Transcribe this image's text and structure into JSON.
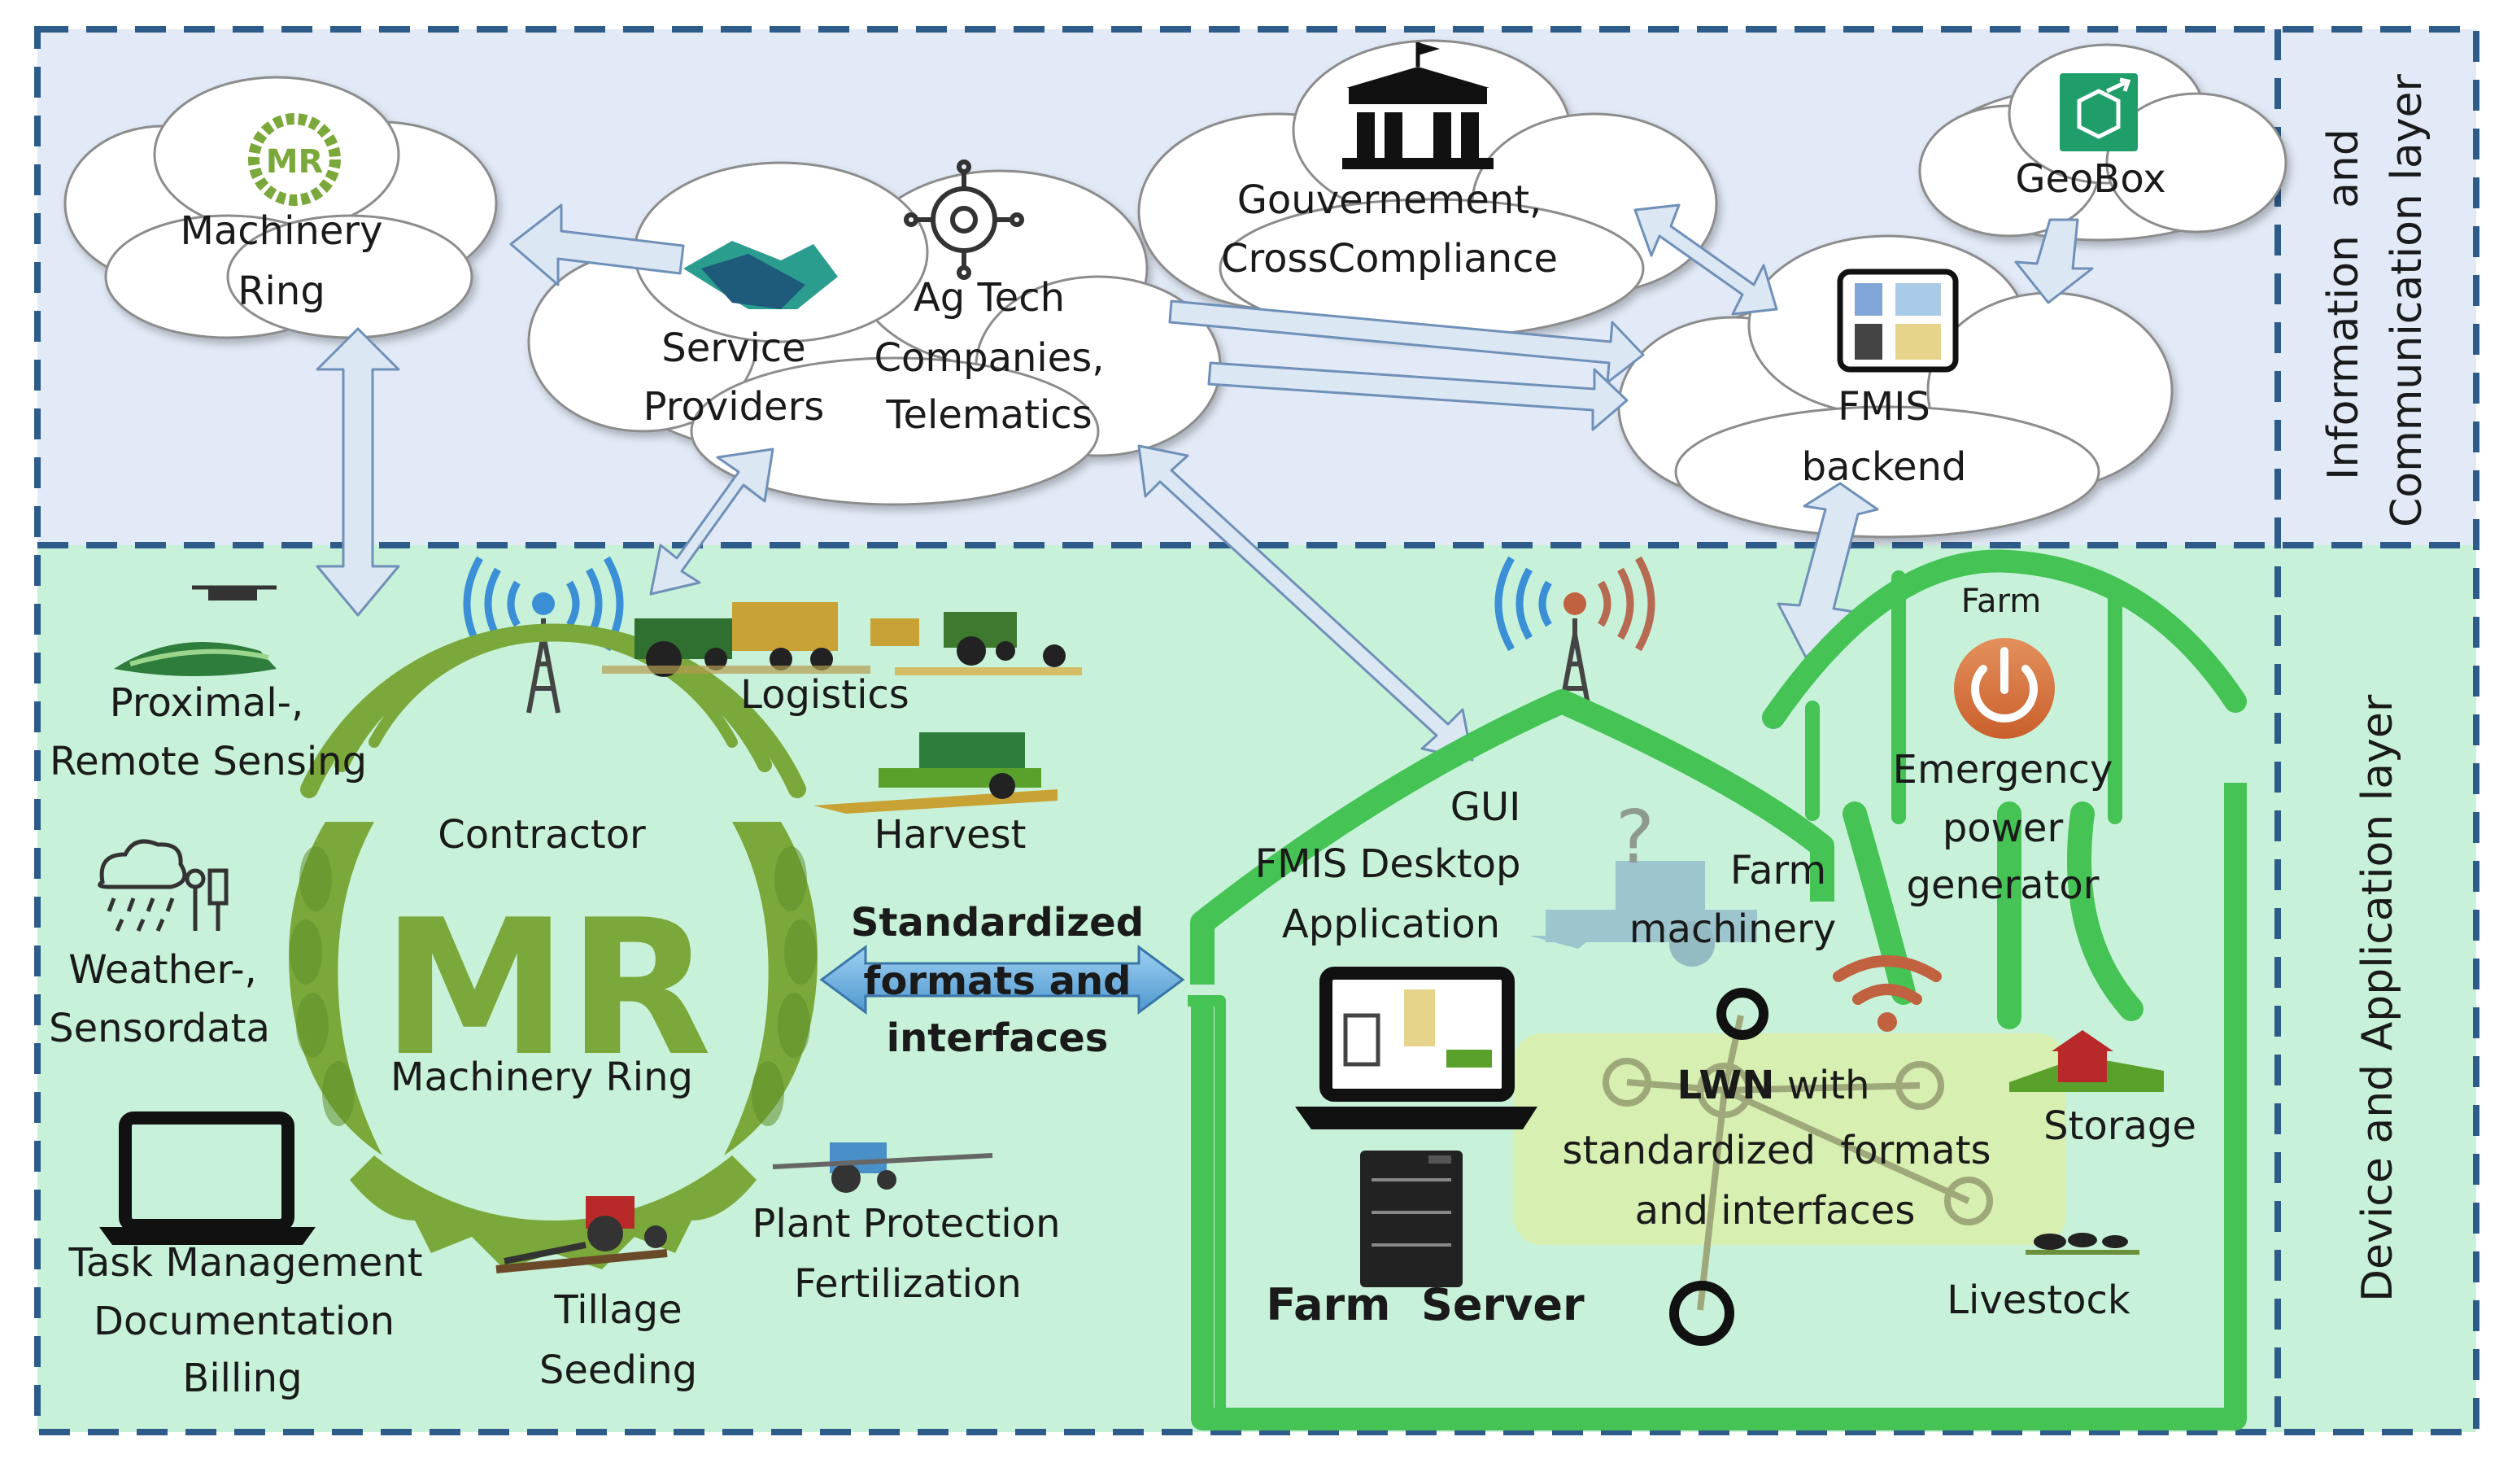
{
  "layers": {
    "top": "Information  and",
    "top2": "Communication layer",
    "bottom": "Device and Application layer"
  },
  "clouds": {
    "machinery_ring": {
      "logo": "MR",
      "line1": "Machinery",
      "line2": "Ring"
    },
    "service": {
      "line1": "Service",
      "line2": "Providers"
    },
    "agtech": {
      "line1": "Ag Tech",
      "line2": "Companies,",
      "line3": "Telematics"
    },
    "gov": {
      "line1": "Gouvernement,",
      "line2": "CrossCompliance"
    },
    "geobox": {
      "line1": "GeoBox"
    },
    "fmis": {
      "line1": "FMIS",
      "line2": "backend"
    }
  },
  "device": {
    "proximal": {
      "line1": "Proximal-,",
      "line2": "Remote Sensing"
    },
    "weather": {
      "line1": "Weather-,",
      "line2": "Sensordata"
    },
    "task": {
      "line1": "Task Management",
      "line2": "Documentation",
      "line3": "Billing"
    },
    "contractor": "Contractor",
    "mr_big": "MR",
    "mr_ring": "Machinery Ring",
    "tillage": {
      "line1": "Tillage",
      "line2": "Seeding"
    },
    "logistics": "Logistics",
    "harvest": "Harvest",
    "plant": {
      "line1": "Plant Protection",
      "line2": "Fertilization"
    },
    "standard": {
      "line1": "Standardized",
      "line2": "formats and",
      "line3": "interfaces"
    }
  },
  "farm": {
    "farm_small": "Farm",
    "emergency": {
      "line1": "Emergency",
      "line2": "power",
      "line3": "generator"
    },
    "gui": "GUI",
    "fmis_desktop": {
      "line1": "FMIS Desktop",
      "line2": "Application"
    },
    "machinery": {
      "line1": "Farm",
      "line2": "machinery"
    },
    "question": "?",
    "lwn": {
      "bold": "LWN",
      "rest": " with",
      "line2": "standardized  formats",
      "line3": "and interfaces"
    },
    "storage": "Storage",
    "livestock": "Livestock",
    "server": "Farm  Server"
  },
  "colors": {
    "top_bg": "#e2eaf7",
    "bottom_bg": "#c7f2d9",
    "dash": "#2e5c8a",
    "green_dark": "#5aa12c",
    "green_mr": "#7ba83a",
    "farm_green": "#45c355",
    "arrow_fill": "#dce7f4",
    "arrow_stroke": "#6f90b8"
  }
}
